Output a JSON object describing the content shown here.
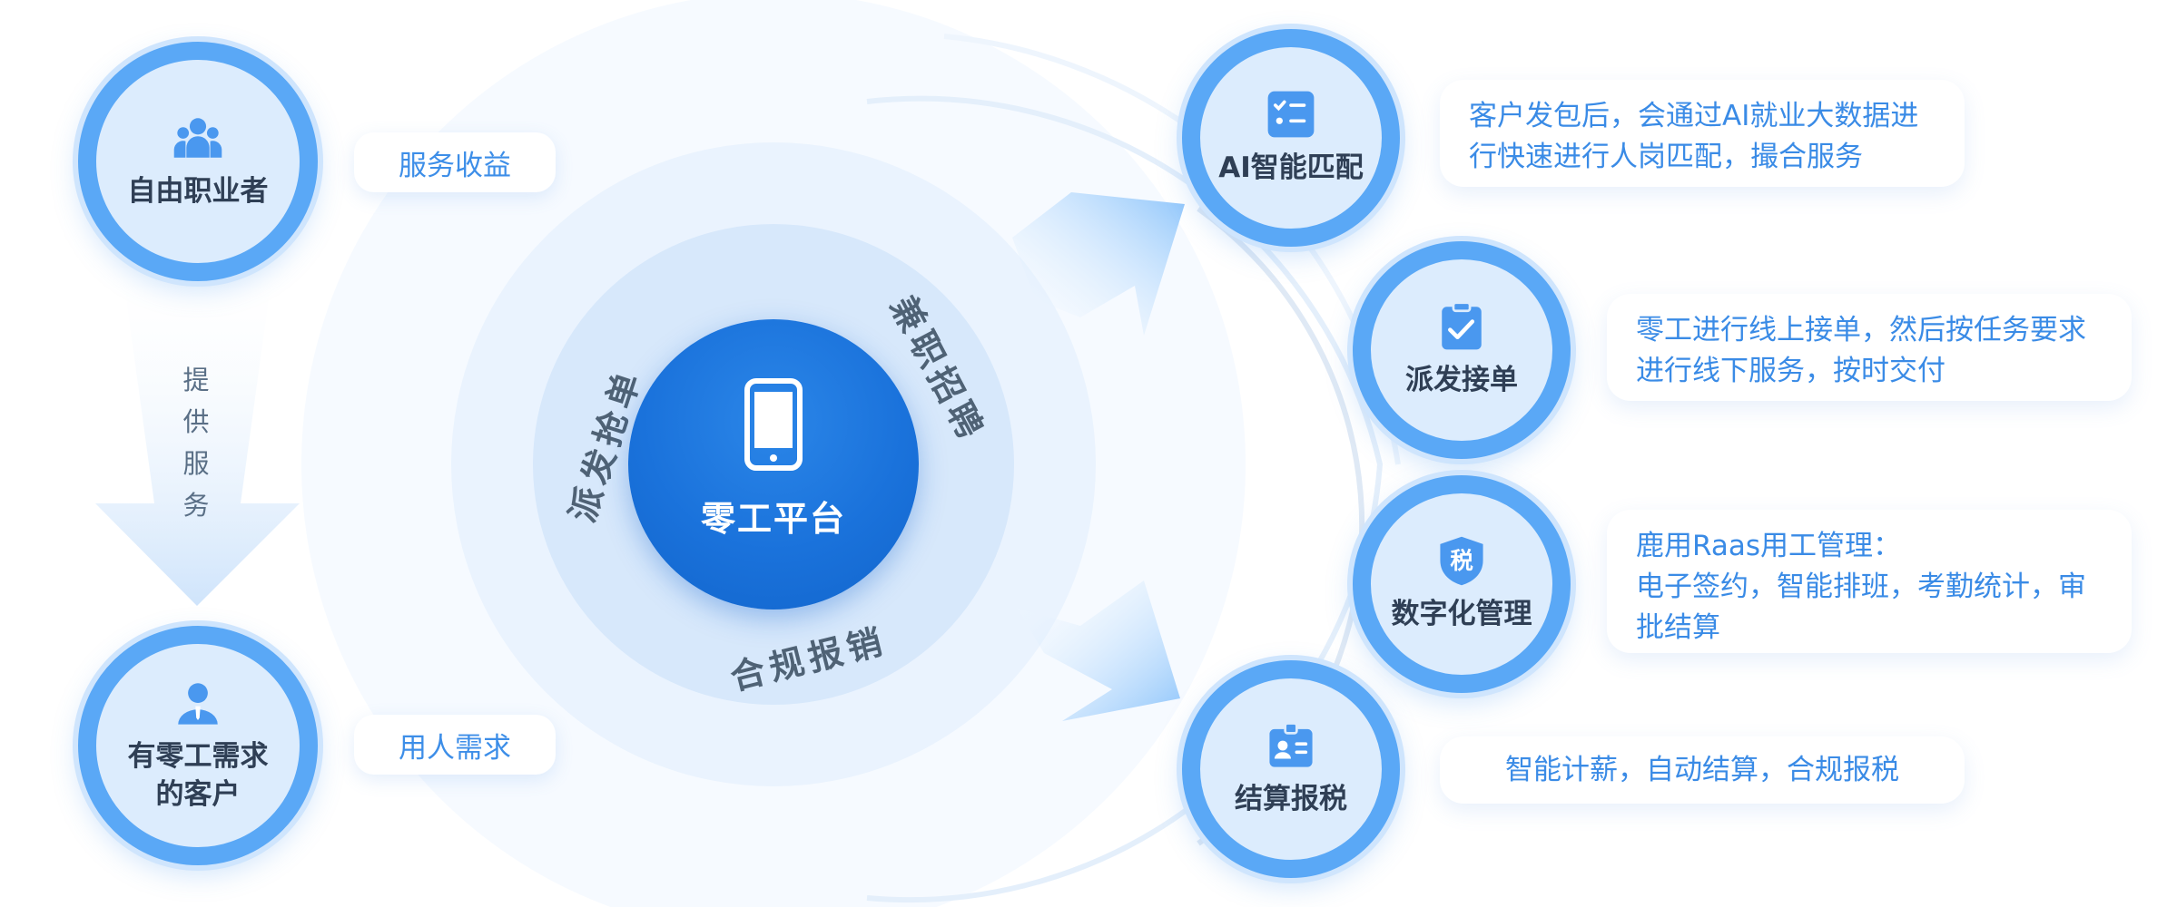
{
  "center": {
    "title": "零工平台",
    "ring_labels": [
      "派发抢单",
      "兼职招聘",
      "合规报销"
    ]
  },
  "left": {
    "top_node": {
      "label": "自由职业者",
      "icon": "people-group-icon"
    },
    "top_pill": "服务收益",
    "bottom_node": {
      "label_line1": "有零工需求",
      "label_line2": "的客户",
      "icon": "customer-person-icon"
    },
    "bottom_pill": "用人需求",
    "arrow_text": [
      "提",
      "供",
      "服",
      "务"
    ]
  },
  "right": {
    "items": [
      {
        "label": "AI智能匹配",
        "icon": "checklist-icon",
        "desc": [
          "客户发包后，会通过AI就业大数据进",
          "行快速进行人岗匹配，撮合服务"
        ]
      },
      {
        "label": "派发接单",
        "icon": "clipboard-check-icon",
        "desc": [
          "零工进行线上接单，然后按任务要求",
          "进行线下服务，按时交付"
        ]
      },
      {
        "label": "数字化管理",
        "icon": "tax-shield-icon",
        "icon_text": "税",
        "desc": [
          "鹿用Raas用工管理：",
          "电子签约，智能排班，考勤统计，审",
          "批结算"
        ]
      },
      {
        "label": "结算报税",
        "icon": "id-badge-icon",
        "desc": [
          "智能计薪，自动结算，合规报税"
        ]
      }
    ]
  },
  "colors": {
    "accent": "#5aa8f6",
    "core": "#1a72db",
    "text_dark": "#2f3f55",
    "text_blue": "#3a8be6"
  }
}
